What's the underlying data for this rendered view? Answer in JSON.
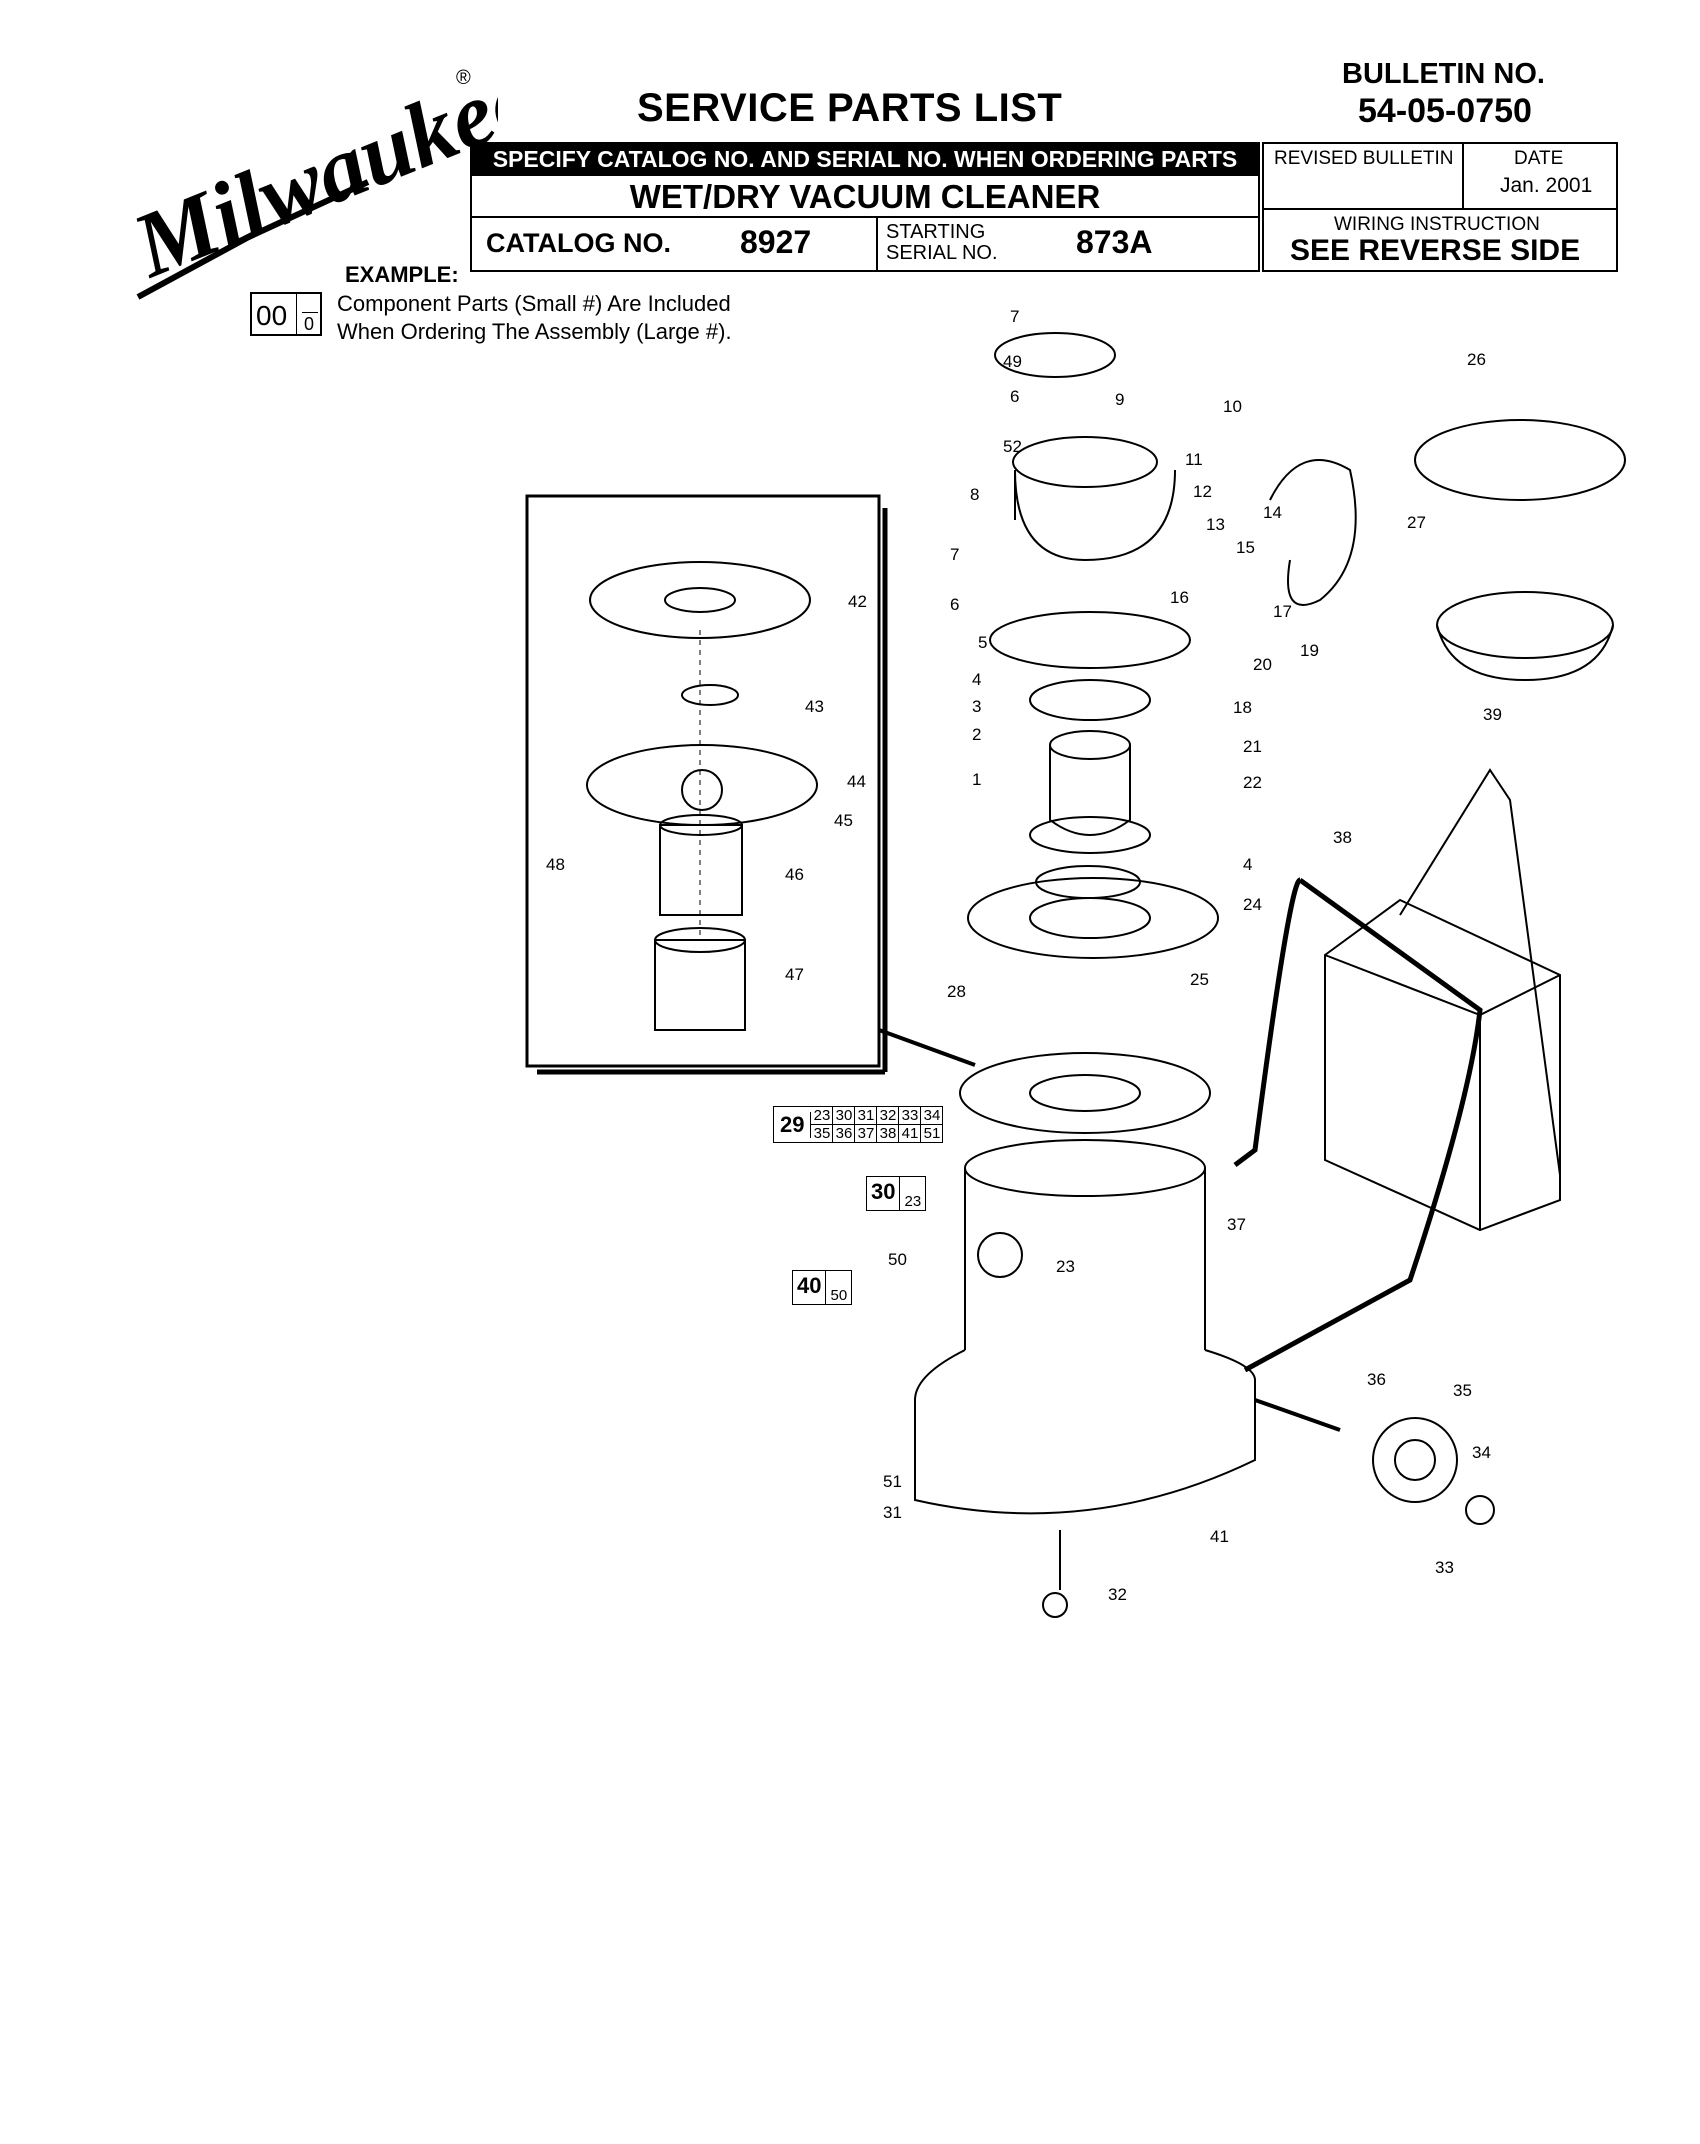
{
  "brand": {
    "logo_text": "Milwaukee",
    "registered": "®"
  },
  "header": {
    "title": "SERVICE PARTS LIST",
    "bulletin_label": "BULLETIN NO.",
    "bulletin_no": "54-05-0750",
    "specify_note": "SPECIFY CATALOG NO. AND SERIAL NO. WHEN ORDERING PARTS",
    "product": "WET/DRY VACUUM CLEANER",
    "catalog_label": "CATALOG NO.",
    "catalog_no": "8927",
    "serial_label_1": "STARTING",
    "serial_label_2": "SERIAL NO.",
    "serial_no": "873A",
    "revised_label": "REVISED BULLETIN",
    "date_label": "DATE",
    "date_value": "Jan. 2001",
    "wiring_label": "WIRING INSTRUCTION",
    "wiring_value": "SEE REVERSE SIDE"
  },
  "example": {
    "label": "EXAMPLE:",
    "assembly": "00",
    "component": "0",
    "line1": "Component Parts (Small #) Are Included",
    "line2": "When Ordering The Assembly (Large #)."
  },
  "callouts": {
    "assembly_29": {
      "main": "29",
      "parts_top": [
        "23",
        "30",
        "31",
        "32",
        "33",
        "34"
      ],
      "parts_bottom": [
        "35",
        "36",
        "37",
        "38",
        "41",
        "51"
      ]
    },
    "assembly_30": {
      "main": "30",
      "part": "23"
    },
    "assembly_40": {
      "main": "40",
      "part": "50"
    }
  },
  "part_labels": [
    "1",
    "2",
    "3",
    "4",
    "5",
    "6",
    "7",
    "8",
    "9",
    "10",
    "11",
    "12",
    "13",
    "14",
    "15",
    "16",
    "17",
    "18",
    "19",
    "20",
    "21",
    "22",
    "23",
    "24",
    "25",
    "26",
    "27",
    "28",
    "31",
    "32",
    "33",
    "34",
    "35",
    "36",
    "37",
    "38",
    "39",
    "41",
    "42",
    "43",
    "44",
    "45",
    "46",
    "47",
    "48",
    "49",
    "50",
    "51",
    "52"
  ]
}
